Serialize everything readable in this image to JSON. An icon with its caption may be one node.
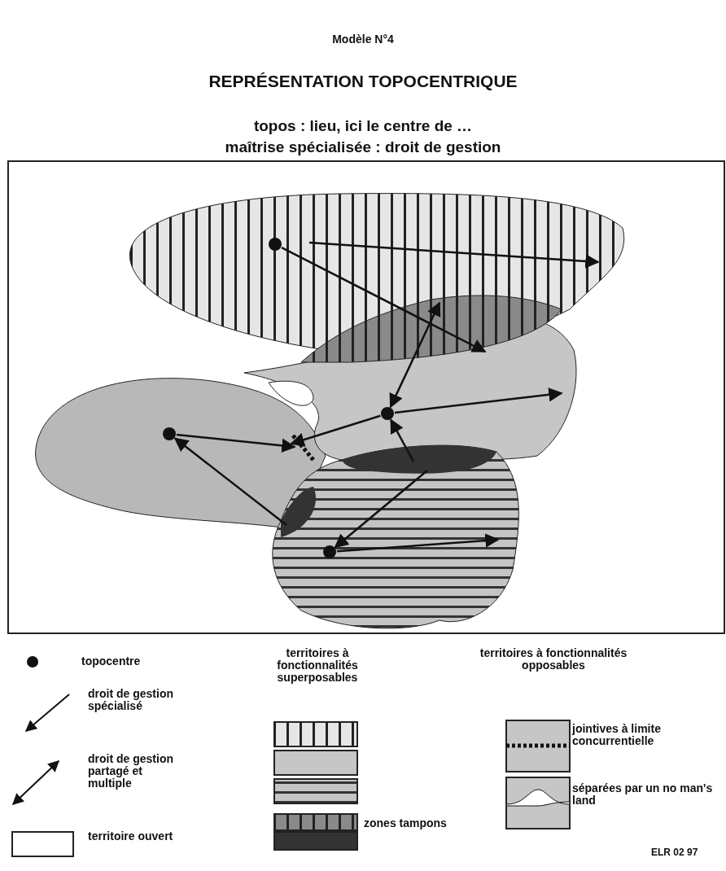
{
  "diagram": {
    "title": "REPRÉSENTATION TOPOCENTRIQUE",
    "nodes": [
      {
        "text": [],
        "shape": "circle"
      },
      {
        "text": [],
        "shape": "circle"
      },
      {
        "text": [],
        "shape": "circle"
      },
      {
        "text": [],
        "shape": "circle"
      }
    ],
    "edges": [
      {
        "from": 0,
        "to": null,
        "arrow": "to"
      },
      {
        "from": 1,
        "to": null,
        "arrow": "both"
      },
      {
        "from": 1,
        "to": null,
        "arrow": "to"
      },
      {
        "from": 1,
        "to": null,
        "arrow": "to"
      },
      {
        "from": 2,
        "to": null,
        "arrow": "to"
      },
      {
        "from": null,
        "to": 2,
        "arrow": "to"
      },
      {
        "from": null,
        "to": 1,
        "arrow": "to"
      },
      {
        "from": null,
        "to": 3,
        "arrow": "to"
      },
      {
        "from": 3,
        "to": null,
        "arrow": "to"
      }
    ],
    "labels": [
      "Modèle N°4",
      "topos : lieu, ici le centre de …",
      "maîtrise spécialisée : droit de gestion",
      "territoires à fonctionnalités superposables",
      "territoires à fonctionnalités opposables",
      "ELR 02 97"
    ],
    "legend": [
      {
        "text": "topocentre"
      },
      {
        "text": "droit de gestion spécialisé"
      },
      {
        "text": "droit de gestion partagé et multiple"
      },
      {
        "text": "territoire ouvert"
      },
      {
        "text": "zones tampons"
      },
      {
        "text": "jointives à limite concurrentielle"
      },
      {
        "text": "séparées par un no man's land"
      }
    ]
  }
}
